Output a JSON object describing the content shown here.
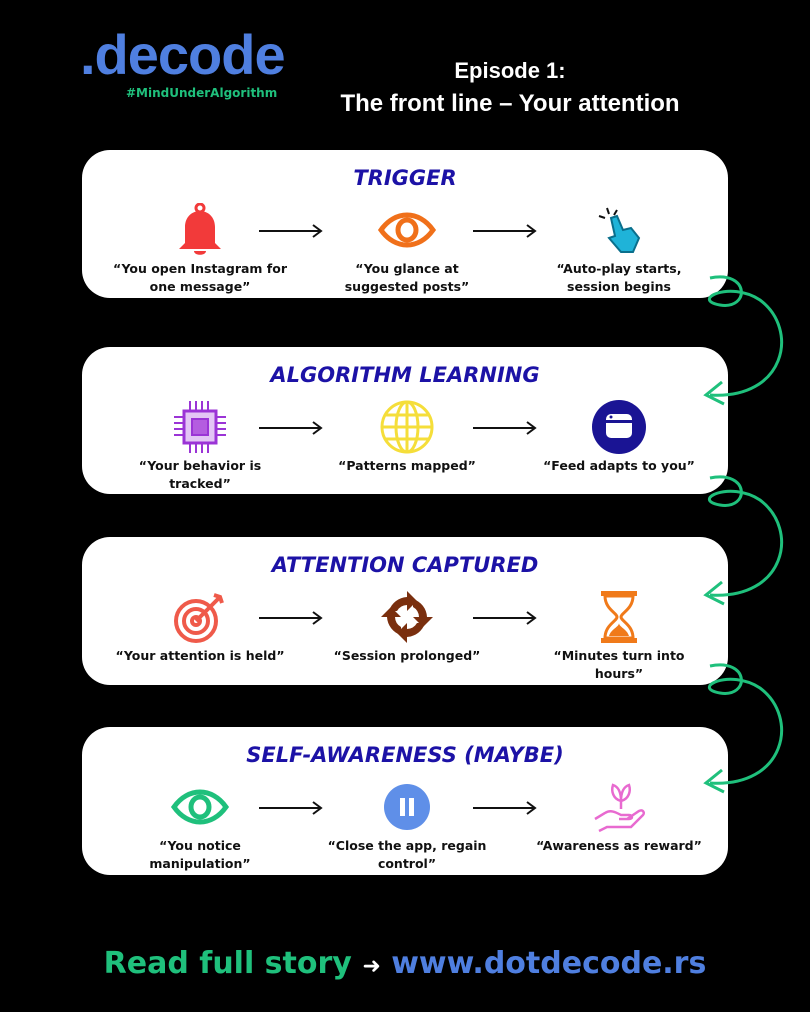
{
  "logo": {
    "text": ".decode",
    "tag": "#MindUnderAlgorithm"
  },
  "episode": {
    "line1": "Episode 1:",
    "line2": "The front line – Your attention"
  },
  "cards": [
    {
      "title": "TRIGGER",
      "steps": [
        {
          "icon": "bell-icon",
          "text": "“You open Instagram for one message”"
        },
        {
          "icon": "eye-icon",
          "text": "“You glance at suggested posts”"
        },
        {
          "icon": "tap-hand-icon",
          "text": "“Auto-play starts, session begins"
        }
      ]
    },
    {
      "title": "ALGORITHM LEARNING",
      "steps": [
        {
          "icon": "chip-icon",
          "text": "“Your behavior is tracked”"
        },
        {
          "icon": "globe-icon",
          "text": "“Patterns mapped”"
        },
        {
          "icon": "feed-icon",
          "text": "“Feed adapts to you”"
        }
      ]
    },
    {
      "title": "ATTENTION CAPTURED",
      "steps": [
        {
          "icon": "target-icon",
          "text": "“Your attention is held”"
        },
        {
          "icon": "cycle-icon",
          "text": "“Session prolonged”"
        },
        {
          "icon": "hourglass-icon",
          "text": "“Minutes turn into hours”"
        }
      ]
    },
    {
      "title": "SELF-AWARENESS (MAYBE)",
      "steps": [
        {
          "icon": "eye-icon",
          "text": "“You notice manipulation”"
        },
        {
          "icon": "pause-icon",
          "text": "“Close the app, regain control”"
        },
        {
          "icon": "growth-hand-icon",
          "text": "“Awareness as reward”"
        }
      ]
    }
  ],
  "footer": {
    "lead": "Read full story",
    "arrow": "➜",
    "url": "www.dotdecode.rs"
  }
}
